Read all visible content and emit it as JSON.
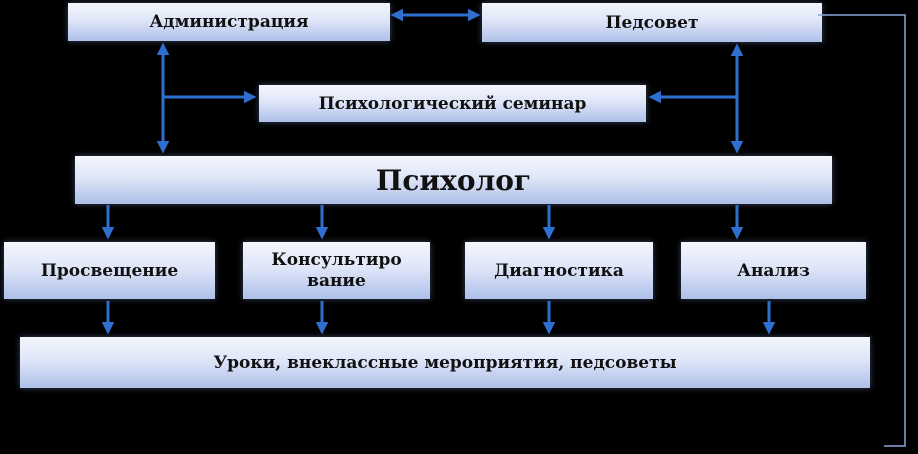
{
  "diagram": {
    "nodes": {
      "administration": "Администрация",
      "pedsovet": "Педсовет",
      "seminar": "Психологический семинар",
      "psychologist": "Психолог",
      "education": "Просвещение",
      "consulting": "Консультиро вание",
      "diagnostics": "Диагностика",
      "analysis": "Анализ",
      "lessons": "Уроки, внеклассные мероприятия, педсоветы"
    },
    "edges": [
      {
        "from": "administration",
        "to": "pedsovet",
        "kind": "bidirectional"
      },
      {
        "from": "administration",
        "to": "seminar",
        "kind": "directed"
      },
      {
        "from": "pedsovet",
        "to": "seminar",
        "kind": "directed"
      },
      {
        "from": "administration",
        "to": "psychologist",
        "kind": "bidirectional"
      },
      {
        "from": "pedsovet",
        "to": "psychologist",
        "kind": "bidirectional"
      },
      {
        "from": "psychologist",
        "to": "education",
        "kind": "directed"
      },
      {
        "from": "psychologist",
        "to": "consulting",
        "kind": "directed"
      },
      {
        "from": "psychologist",
        "to": "diagnostics",
        "kind": "directed"
      },
      {
        "from": "psychologist",
        "to": "analysis",
        "kind": "directed"
      },
      {
        "from": "education",
        "to": "lessons",
        "kind": "directed"
      },
      {
        "from": "consulting",
        "to": "lessons",
        "kind": "directed"
      },
      {
        "from": "diagnostics",
        "to": "lessons",
        "kind": "directed"
      },
      {
        "from": "analysis",
        "to": "lessons",
        "kind": "directed"
      },
      {
        "from": "pedsovet",
        "to": "lessons",
        "kind": "connector"
      }
    ],
    "colors": {
      "background": "#000000",
      "arrow": "#2f6fcf",
      "connector": "#8aa6dc",
      "box_light": "#f4f6fd",
      "box_dark": "#aebfe9",
      "text": "#111111"
    }
  }
}
